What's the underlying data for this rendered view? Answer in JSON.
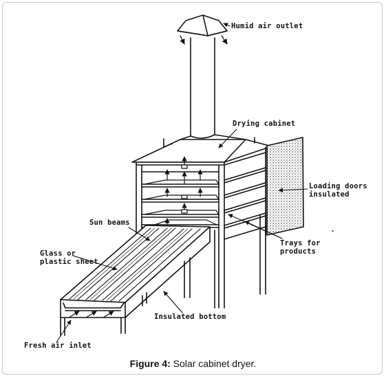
{
  "labels": {
    "humid_air_outlet": "Humid air outlet",
    "drying_cabinet": "Drying cabinet",
    "loading_doors": "Loading doors\ninsulated",
    "sun_beams": "Sun beams",
    "glass_sheet": "Glass or\nplastic sheet",
    "trays": "Trays for\nproducts",
    "insulated_bottom": "Insulated bottom",
    "fresh_air_inlet": "Fresh air inlet"
  },
  "caption": {
    "prefix": "Figure 4:",
    "text": " Solar cabinet dryer."
  }
}
